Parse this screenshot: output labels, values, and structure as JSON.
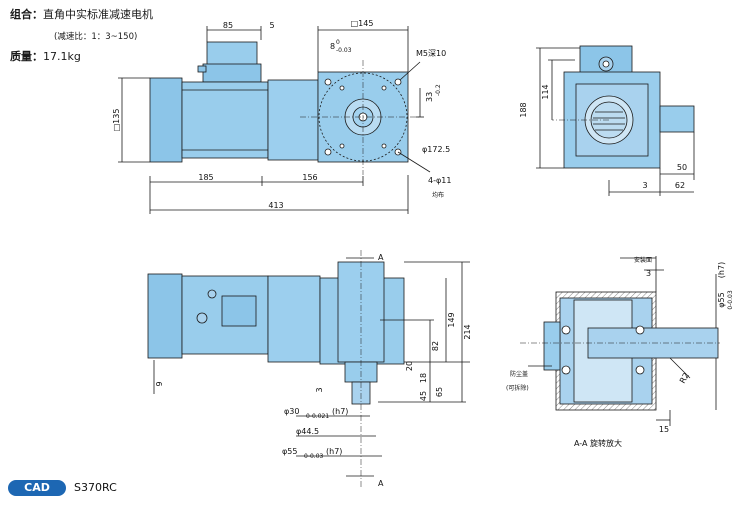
{
  "header": {
    "combo_label": "组合：",
    "combo_value": "直角中实标准减速电机",
    "ratio_note": "(减速比：1：3~150)",
    "weight_label": "质量：",
    "weight_value": "17.1kg"
  },
  "footer": {
    "cad_label": "CAD",
    "model": "S370RC"
  },
  "colors": {
    "body_fill": "#99cdec",
    "body_dark": "#6fb3df",
    "section_fill": "#a9d2ee",
    "line": "#1a1a1a",
    "cad_badge": "#1d67b3"
  },
  "dims": {
    "d85": "85",
    "d5": "5",
    "sq145": "□145",
    "key8": "8",
    "key8_tol_top": "0",
    "key8_tol_bot": "-0.03",
    "m5": "M5深10",
    "d33": "33",
    "d33_tol_top": "0",
    "d33_tol_bot": "-0.2",
    "d172": "φ172.5",
    "holes": "4-φ11",
    "holes_note": "均布",
    "sq135": "□135",
    "d185": "185",
    "d156": "156",
    "d413": "413",
    "d188": "188",
    "d114": "114",
    "d50": "50",
    "d3": "3",
    "d62": "62",
    "mark_a": "A",
    "d149": "149",
    "d214": "214",
    "d82": "82",
    "d20": "20",
    "d18": "18",
    "d45": "45",
    "d65": "65",
    "d9": "9",
    "d3b": "3",
    "phi30": "φ30",
    "phi30_tol": "0-0.021",
    "phi30_fit": "(h7)",
    "phi445": "φ44.5",
    "phi55": "φ55",
    "phi55_tol": "0-0.03",
    "phi55_fit": "(h7)",
    "mount_face": "安装面",
    "d3c": "3",
    "phi55v": "φ55",
    "phi55v_tol": "0-0.03",
    "phi55v_fit": "(h7)",
    "dustcap": "防尘盖",
    "dustcap_note": "(可拆除)",
    "r2": "R2",
    "d15": "15",
    "section_title": "A-A 旋转放大"
  }
}
